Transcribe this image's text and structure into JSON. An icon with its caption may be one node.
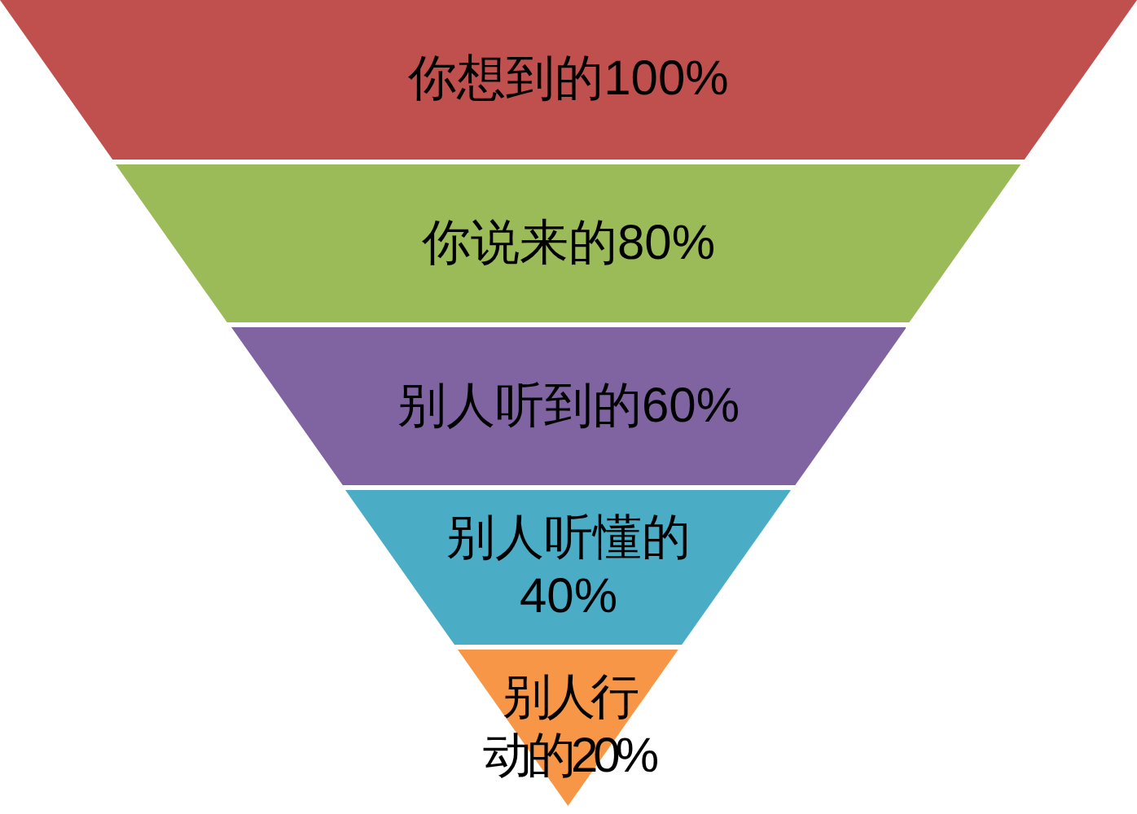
{
  "diagram": {
    "nodes": [
      {
        "text": [
          "你想到的100%"
        ]
      },
      {
        "text": [
          "你说来的80%"
        ]
      },
      {
        "text": [
          "别人听到的60%"
        ]
      },
      {
        "text": [
          "别人听懂的40%"
        ]
      },
      {
        "text": [
          "别人行动的20%"
        ]
      }
    ]
  }
}
